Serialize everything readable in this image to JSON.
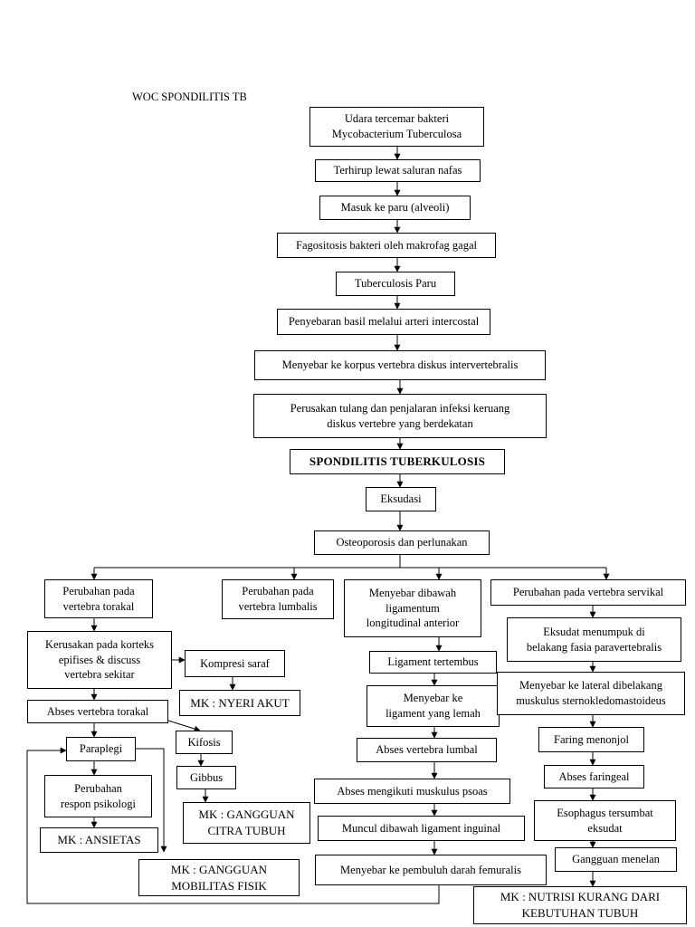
{
  "title": "WOC SPONDILITIS TB",
  "nodes": {
    "udara": "Udara tercemar bakteri\nMycobacterium Tuberculosa",
    "terhirup": "Terhirup lewat saluran nafas",
    "masuk": "Masuk ke paru (alveoli)",
    "fagositosis": "Fagositosis bakteri oleh makrofag gagal",
    "tb_paru": "Tuberculosis Paru",
    "penyebaran": "Penyebaran basil melalui arteri intercostal",
    "menyebar_korpus": "Menyebar ke korpus vertebra diskus intervertebralis",
    "perusakan": "Perusakan tulang dan penjalaran infeksi keruang\ndiskus vertebre yang berdekatan",
    "spondilitis": "SPONDILITIS TUBERKULOSIS",
    "eksudasi": "Eksudasi",
    "osteoporosis": "Osteoporosis dan perlunakan",
    "torakal": "Perubahan pada\nvertebra torakal",
    "lumbalis": "Perubahan pada\nvertebra lumbalis",
    "dibawah_lig": "Menyebar dibawah\nligamentum\nlongitudinal anterior",
    "servikal": "Perubahan pada vertebra servikal",
    "kerusakan": "Kerusakan pada korteks\nepifises & discuss\nvertebra sekitar",
    "kompresi": "Kompresi saraf",
    "mk_nyeri": "MK : NYERI AKUT",
    "abses_torakal": "Abses vertebra torakal",
    "kifosis": "Kifosis",
    "paraplegi": "Paraplegi",
    "gibbus": "Gibbus",
    "perubahan_psiko": "Perubahan\nrespon psikologi",
    "mk_citra": "MK : GANGGUAN\nCITRA TUBUH",
    "mk_ansietas": "MK : ANSIETAS",
    "mk_mobilitas": "MK : GANGGUAN\nMOBILITAS FISIK",
    "lig_tertembus": "Ligament tertembus",
    "lig_lemah": "Menyebar ke\nligament yang lemah",
    "abses_lumbal": "Abses vertebra lumbal",
    "abses_psoas": "Abses mengikuti muskulus psoas",
    "muncul_inguinal": "Muncul dibawah ligament inguinal",
    "femuralis": "Menyebar ke pembuluh darah femuralis",
    "eksudat": "Eksudat menumpuk di\nbelakang fasia paravertebralis",
    "lateral": "Menyebar ke lateral dibelakang\nmuskulus sternokledomastoideus",
    "faring": "Faring menonjol",
    "abses_faringeal": "Abses faringeal",
    "esophagus": "Esophagus tersumbat\neksudat",
    "menelan": "Gangguan menelan",
    "mk_nutrisi": "MK : NUTRISI KURANG DARI\nKEBUTUHAN TUBUH"
  }
}
